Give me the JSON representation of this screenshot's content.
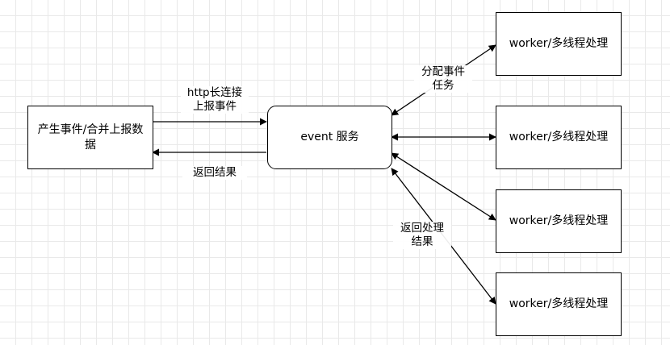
{
  "nodes": {
    "producer": "产生事件/合并上报数据",
    "event_service": "event 服务",
    "worker_1": "worker/多线程处理",
    "worker_2": "worker/多线程处理",
    "worker_3": "worker/多线程处理",
    "worker_4": "worker/多线程处理"
  },
  "edge_labels": {
    "http_line1": "http长连接",
    "http_line2": "上报事件",
    "return_result": "返回结果",
    "assign_line1": "分配事件",
    "assign_line2": "任务",
    "return_process_line1": "返回处理",
    "return_process_line2": "结果"
  },
  "colors": {
    "stroke": "#000000",
    "grid": "#e9e9e9",
    "background": "#ffffff"
  }
}
